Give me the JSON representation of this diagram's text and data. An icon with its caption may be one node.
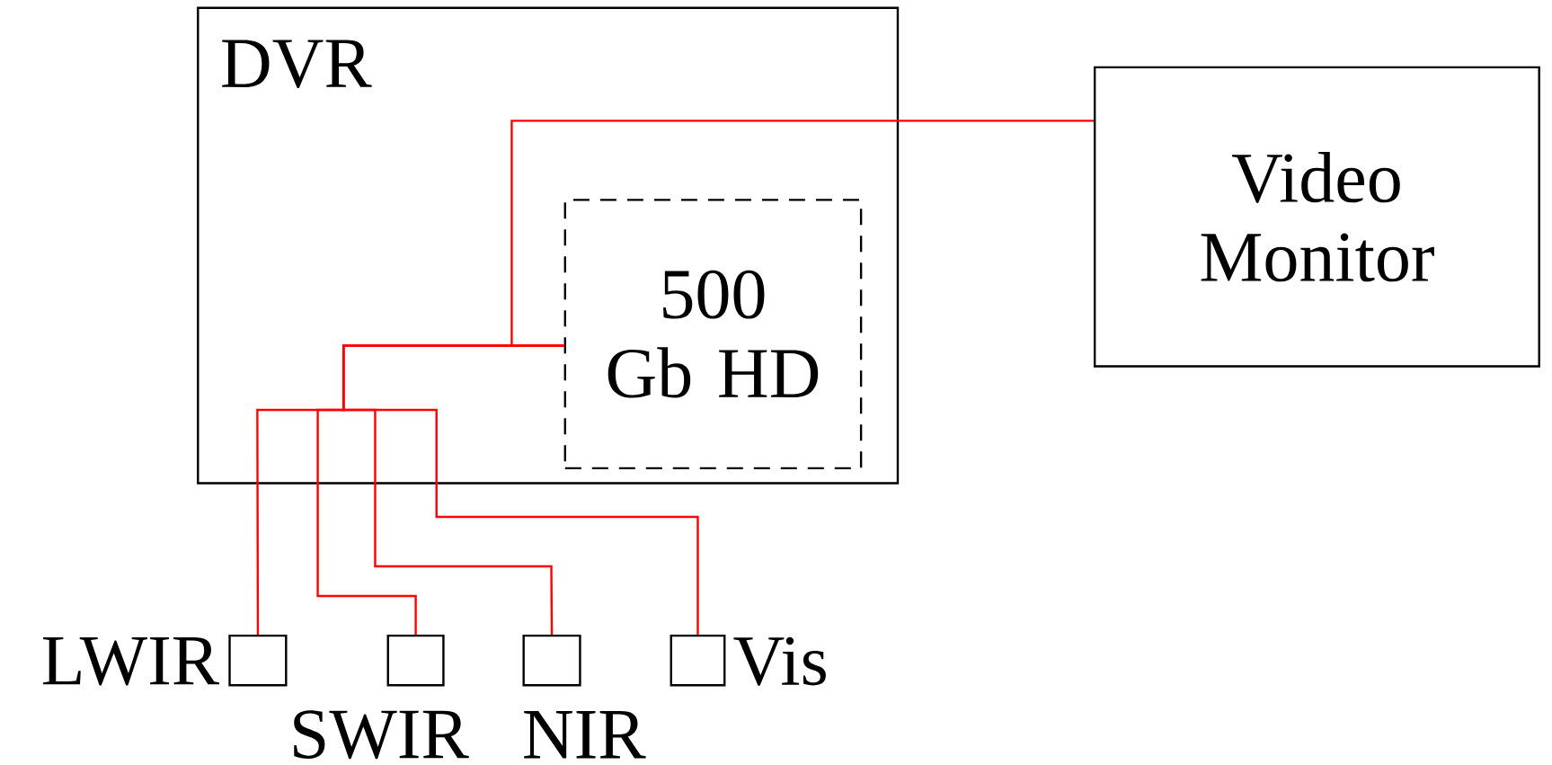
{
  "diagram": {
    "nodes": [
      {
        "text": [
          "DVR"
        ]
      },
      {
        "text": [
          "500 Gb HD"
        ],
        "in": 0
      },
      {
        "text": [
          "Video Monitor"
        ]
      },
      {
        "text": [],
        "shape": "box",
        "beside": [
          "LWIR"
        ]
      },
      {
        "text": [],
        "shape": "box",
        "beside": [
          "SWIR"
        ]
      },
      {
        "text": [],
        "shape": "box",
        "beside": [
          "NIR"
        ]
      },
      {
        "text": [],
        "shape": "box",
        "beside": [
          "Vis"
        ]
      }
    ],
    "edges": [
      {
        "from": 2,
        "to": 1,
        "arrow": "none"
      },
      {
        "from": 3,
        "to": 1,
        "arrow": "none"
      },
      {
        "from": 4,
        "to": 1,
        "arrow": "none"
      },
      {
        "from": 5,
        "to": 1,
        "arrow": "none"
      },
      {
        "from": 6,
        "to": 1,
        "arrow": "none"
      }
    ]
  }
}
